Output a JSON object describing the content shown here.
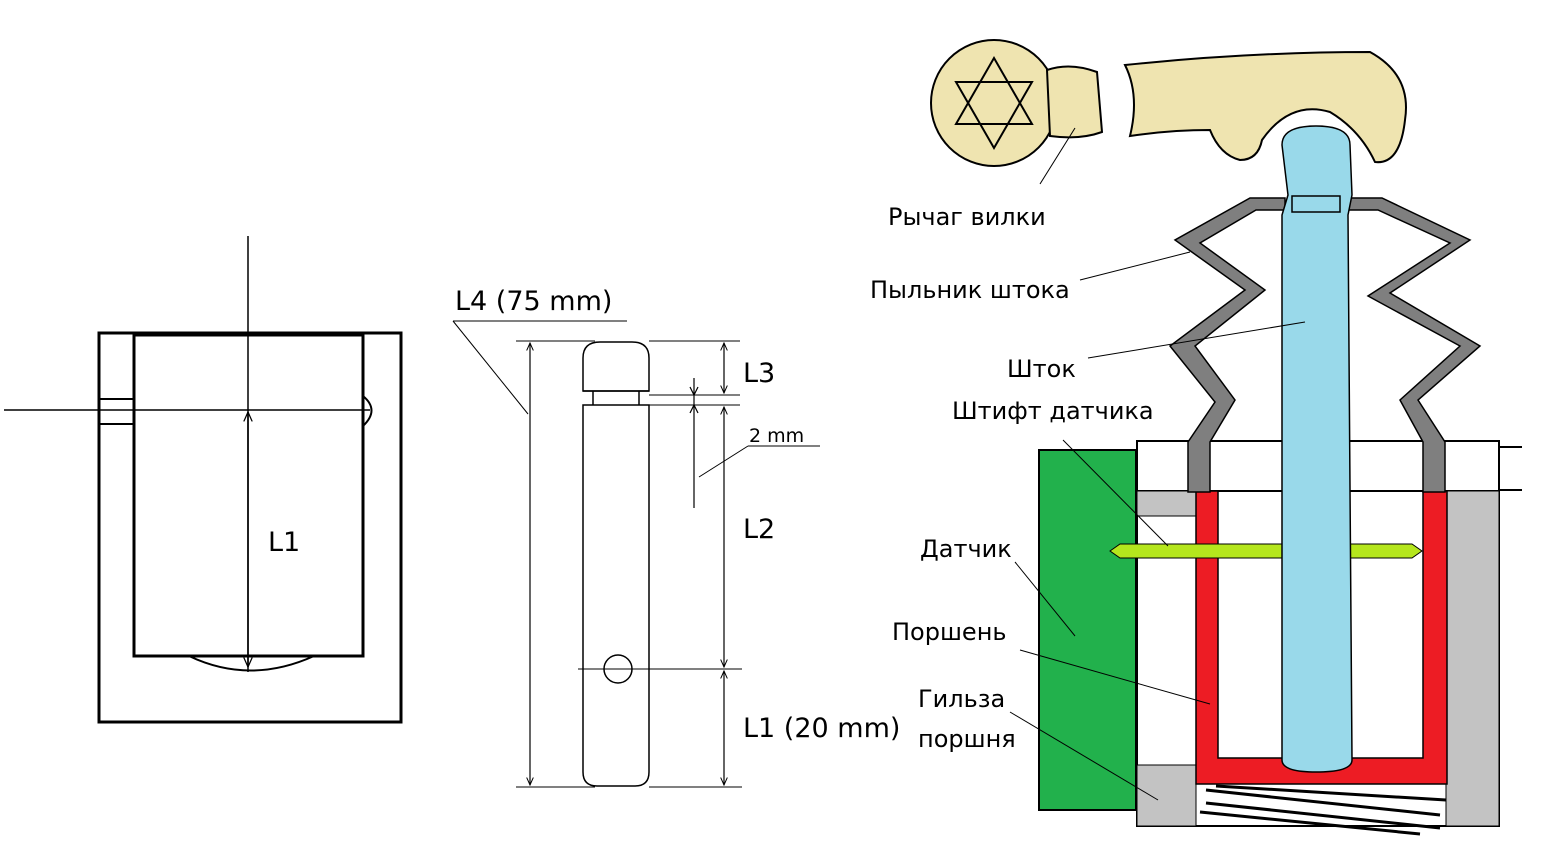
{
  "left_view": {
    "dim_label": "L1"
  },
  "rod_drawing": {
    "overall_label": "L4 (75 mm)",
    "l3_label": "L3",
    "gap_label": "2 mm",
    "l2_label": "L2",
    "l1_label": "L1 (20 mm)"
  },
  "assembly": {
    "fork_lever_label": "Рычаг вилки",
    "boot_label": "Пыльник штока",
    "rod_label": "Шток",
    "sensor_pin_label": "Штифт датчика",
    "sensor_label": "Датчик",
    "piston_label": "Поршень",
    "sleeve_label_line1": "Гильза",
    "sleeve_label_line2": "поршня"
  },
  "colors": {
    "lever": "#efe4b0",
    "boot": "#7f7f7f",
    "rod": "#99d9ea",
    "sensor": "#22b14c",
    "pin": "#b5e61d",
    "piston": "#ed1c24",
    "sleeve": "#c3c3c3"
  }
}
